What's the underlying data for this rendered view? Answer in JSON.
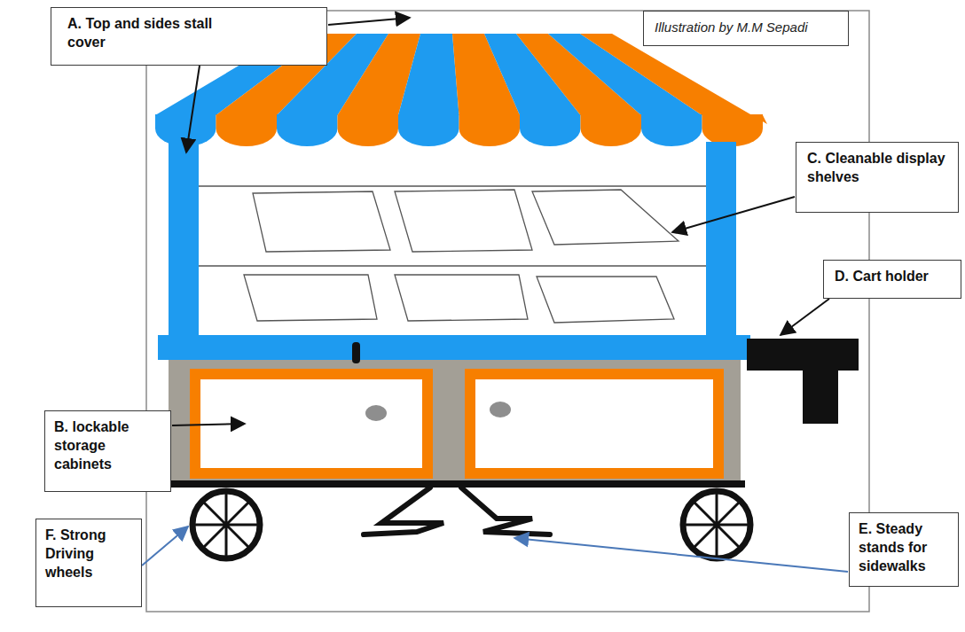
{
  "diagram": {
    "nodes": [
      {
        "text": [
          "A. Top and sides stall cover"
        ]
      },
      {
        "text": [
          "Illustration by M.M Sepadi"
        ]
      },
      {
        "text": [
          "C. Cleanable display shelves"
        ]
      },
      {
        "text": [
          "D. Cart holder"
        ]
      },
      {
        "text": [
          "B. lockable storage cabinets"
        ]
      },
      {
        "text": [
          "F. Strong Driving wheels"
        ]
      },
      {
        "text": [
          "E. Steady stands for sidewalks"
        ]
      }
    ]
  }
}
